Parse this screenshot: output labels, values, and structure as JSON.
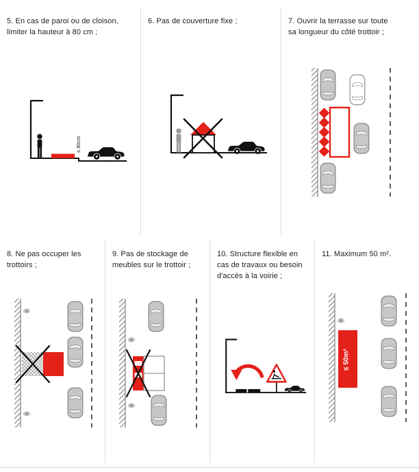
{
  "colors": {
    "accent_red": "#e32119",
    "text": "#1d1d1b",
    "divider": "#dcdcdc",
    "car_gray": "#c7c7c7"
  },
  "panels": {
    "p5": {
      "caption": "5. En cas de paroi ou de cloison, limiter la hauteur à 80 cm ;",
      "height_label": "≤ 80cm"
    },
    "p6": {
      "caption": "6. Pas de couverture fixe ;"
    },
    "p7": {
      "caption": "7. Ouvrir la terrasse sur toute sa longueur du côté trottoir ;"
    },
    "p8": {
      "caption": "8. Ne pas occuper les trottoirs ;"
    },
    "p9": {
      "caption": "9. Pas de stockage de meubles sur le trottoir ;"
    },
    "p10": {
      "caption": "10. Structure flexible en cas de travaux ou besoin d'accès à la voirie ;"
    },
    "p11": {
      "caption": "11. Maximum 50 m².",
      "area_label": "≤ 50m²"
    }
  }
}
